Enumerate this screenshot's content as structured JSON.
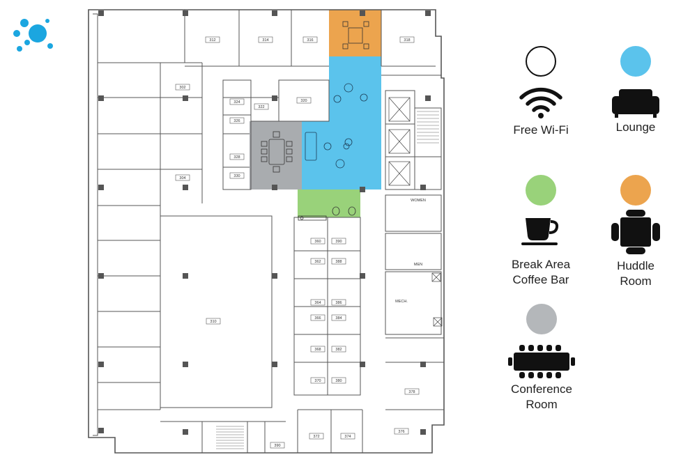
{
  "brand": {
    "logo_icon": "bubble-cluster-logo-icon",
    "color": "#1ba6e0"
  },
  "legend": [
    {
      "key": "wifi",
      "swatch_color": "#ffffff",
      "swatch_border": "#111111",
      "icon": "wifi-icon",
      "lines": [
        "Free Wi-Fi"
      ]
    },
    {
      "key": "lounge",
      "swatch_color": "#5bc3ec",
      "swatch_border": "#5bc3ec",
      "icon": "sofa-icon",
      "lines": [
        "Lounge"
      ]
    },
    {
      "key": "break",
      "swatch_color": "#99d27a",
      "swatch_border": "#99d27a",
      "icon": "coffee-cup-icon",
      "lines": [
        "Break Area",
        "Coffee Bar"
      ]
    },
    {
      "key": "huddle",
      "swatch_color": "#eca44e",
      "swatch_border": "#eca44e",
      "icon": "huddle-table-icon",
      "lines": [
        "Huddle",
        "Room"
      ]
    },
    {
      "key": "conference",
      "swatch_color": "#b4b7ba",
      "swatch_border": "#b4b7ba",
      "icon": "conference-table-icon",
      "lines": [
        "Conference",
        "Room"
      ]
    }
  ],
  "zones": {
    "lounge_color": "#5bc3ec",
    "huddle_color": "#eca44e",
    "break_color": "#99d27a",
    "conference_color": "#a9acaf"
  },
  "rooms": [
    "302",
    "304",
    "310",
    "312",
    "314",
    "316",
    "318",
    "320",
    "322",
    "324",
    "326",
    "328",
    "330",
    "360",
    "362",
    "364",
    "366",
    "368",
    "370",
    "372",
    "374",
    "376",
    "378",
    "380",
    "382",
    "384",
    "386",
    "388",
    "390",
    "390"
  ],
  "restroom_labels": {
    "women": "WOMEN",
    "men": "MEN",
    "mech": "MECH."
  }
}
